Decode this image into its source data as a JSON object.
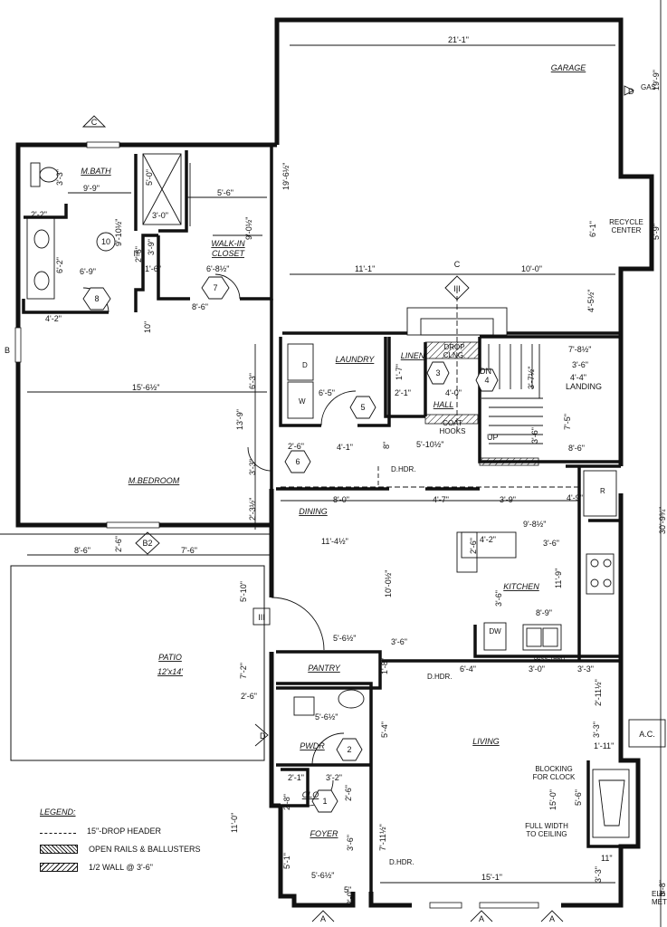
{
  "rooms": {
    "garage": "GARAGE",
    "mbath": "M.BATH",
    "walk_in_closet_line1": "WALK-IN",
    "walk_in_closet_line2": "CLOSET",
    "mbedroom": "M.BEDROOM",
    "laundry": "LAUNDRY",
    "dining": "DINING",
    "kitchen": "KITCHEN",
    "patio_line1": "PATIO",
    "patio_line2": "12'x14'",
    "pantry": "PANTRY",
    "powder": "PWDR",
    "closet": "CLO",
    "living": "LIVING",
    "foyer": "FOYER",
    "landing": "LANDING",
    "linen": "LINEN",
    "hall": "HALL"
  },
  "notes": {
    "gas": "GAS",
    "recycle_line1": "RECYCLE",
    "recycle_line2": "CENTER",
    "drop_clng_line1": "DROP",
    "drop_clng_line2": "CLNG.",
    "coat_hooks_line1": "COAT",
    "coat_hooks_line2": "HOOKS",
    "dhdr_1": "D.HDR.",
    "dhdr_2": "D.HDR.",
    "dhdr_3": "D.HDR.",
    "dn": "DN",
    "up": "UP",
    "blocking_line1": "BLOCKING",
    "blocking_line2": "FOR CLOCK",
    "fullwidth_line1": "FULL WIDTH",
    "fullwidth_line2": "TO CEILING",
    "ac": "A.C.",
    "dw": "DW",
    "fridge": "R",
    "washer": "W",
    "dryer": "D",
    "pass_thru": "PASS-THRU",
    "elec_meter_line1": "ELE",
    "elec_meter_line2": "MET"
  },
  "tags": [
    "1",
    "2",
    "3",
    "4",
    "5",
    "6",
    "7",
    "8",
    "10"
  ],
  "section_markers": [
    "C",
    "C",
    "B",
    "B2",
    "D",
    "D",
    "A",
    "A",
    "A",
    "III",
    "III",
    "II"
  ],
  "dimensions": {
    "garage_w": "21'-1\"",
    "garage_depth": "19'-6½\"",
    "garage_11": "11'-1\"",
    "garage_10": "10'-0\"",
    "garage_recycle": "6'-1\"",
    "garage_low": "4'-5½\"",
    "right_top": "19'-9\"",
    "right_mid": "5'-9\"",
    "right_tot": "30'-9¾\"",
    "mbath_9_9": "9'-9\"",
    "mbath_3_3": "3'-3\"",
    "mbath_2_2": "2'-2\"",
    "mbath_6_2": "6'-2\"",
    "mbath_9_10": "9'-10½\"",
    "mbath_6_9": "6'-9\"",
    "mbath_5_0": "5'-0\"",
    "mbath_3_0": "3'-0\"",
    "mbath_2_6": "2'-6\"",
    "mbath_3_9": "3'-9\"",
    "mbath_1_6": "1'-6\"",
    "closet_5_6": "5'-6\"",
    "closet_9_0": "9'-0½\"",
    "closet_6_8": "6'-8½\"",
    "bed_4_2": "4'-2\"",
    "bed_8_6": "8'-6\"",
    "bed_10": "10\"",
    "bed_15_6": "15'-6½\"",
    "bed_13_9": "13'-9\"",
    "bed_6_3": "6'-3\"",
    "bed_3_3": "3'-3\"",
    "bed_2_6": "2'-6\"",
    "bed_2_3": "2'-3½\"",
    "laundry_6_5": "6'-5\"",
    "laundry_4_1": "4'-1\"",
    "linen_2_1": "2'-1\"",
    "linen_1_7": "1'-7\"",
    "drop_4_0": "4'-0\"",
    "stair_7_8": "7'-8½\"",
    "stair_3_6": "3'-6\"",
    "stair_4_4": "4'-4\"",
    "stair_3_7": "3'-7½\"",
    "stair_7_5": "7'-5\"",
    "stair_3_6b": "3'-6\"",
    "stair_8_6": "8'-6\"",
    "hall_5_10": "5'-10½\"",
    "hall_8": "8\"",
    "dining_8_0": "8'-0\"",
    "dining_4_7": "4'-7\"",
    "dining_3_9": "3'-9\"",
    "dining_4_9": "4'-9\"",
    "dining_11_4": "11'-4½\"",
    "dining_10_0": "10'-0½\"",
    "dining_5_6": "5'-6½\"",
    "kit_9_8": "9'-8½\"",
    "kit_3_6": "3'-6\"",
    "kit_4_2": "4'-2\"",
    "kit_2_6": "2'-6\"",
    "kit_3_6b": "3'-6\"",
    "kit_11_9": "11'-9\"",
    "kit_8_9": "8'-9\"",
    "patio_8_6": "8'-6\"",
    "patio_2_6": "2'-6\"",
    "patio_7_6": "7'-6\"",
    "patio_5_10": "5'-10\"",
    "patio_7_2": "7'-2\"",
    "patio_2_6b": "2'-6\"",
    "left_11_0": "11'-0\"",
    "pantry_3_6": "3'-6\"",
    "pantry_1_8": "1'-8\"",
    "liv_6_4": "6'-4\"",
    "liv_3_0": "3'-0\"",
    "liv_3_3": "3'-3\"",
    "liv_2_11": "2'-11½\"",
    "liv_5_4": "5'-4\"",
    "liv_3_3b": "3'-3\"",
    "liv_1_11": "1'-11\"",
    "liv_15_0": "15'-0\"",
    "liv_5_6": "5'-6\"",
    "liv_15_1": "15'-1\"",
    "liv_3_3c": "3'-3\"",
    "liv_11": "11\"",
    "liv_3_8": "3'-8\"",
    "pwdr_5_6": "5'-6½\"",
    "clo_2_1": "2'-1\"",
    "clo_3_2": "3'-2\"",
    "clo_2_8": "2'-8\"",
    "clo_2_6": "2'-6\"",
    "foy_5_1": "5'-1\"",
    "foy_3_6": "3'-6\"",
    "foy_7_11": "7'-11½\"",
    "foy_5_6": "5'-6½\"",
    "foy_5": "5\"",
    "foy_2_0": "2'-0\""
  },
  "legend": {
    "title": "LEGEND:",
    "items": [
      {
        "label": "15\"-DROP HEADER",
        "style": "dashed"
      },
      {
        "label": "OPEN RAILS & BALLUSTERS",
        "style": "hatch"
      },
      {
        "label": "1/2 WALL @ 3'-6\"",
        "style": "hatch2"
      }
    ]
  },
  "colors": {
    "ink": "#111111",
    "paper": "#ffffff"
  }
}
